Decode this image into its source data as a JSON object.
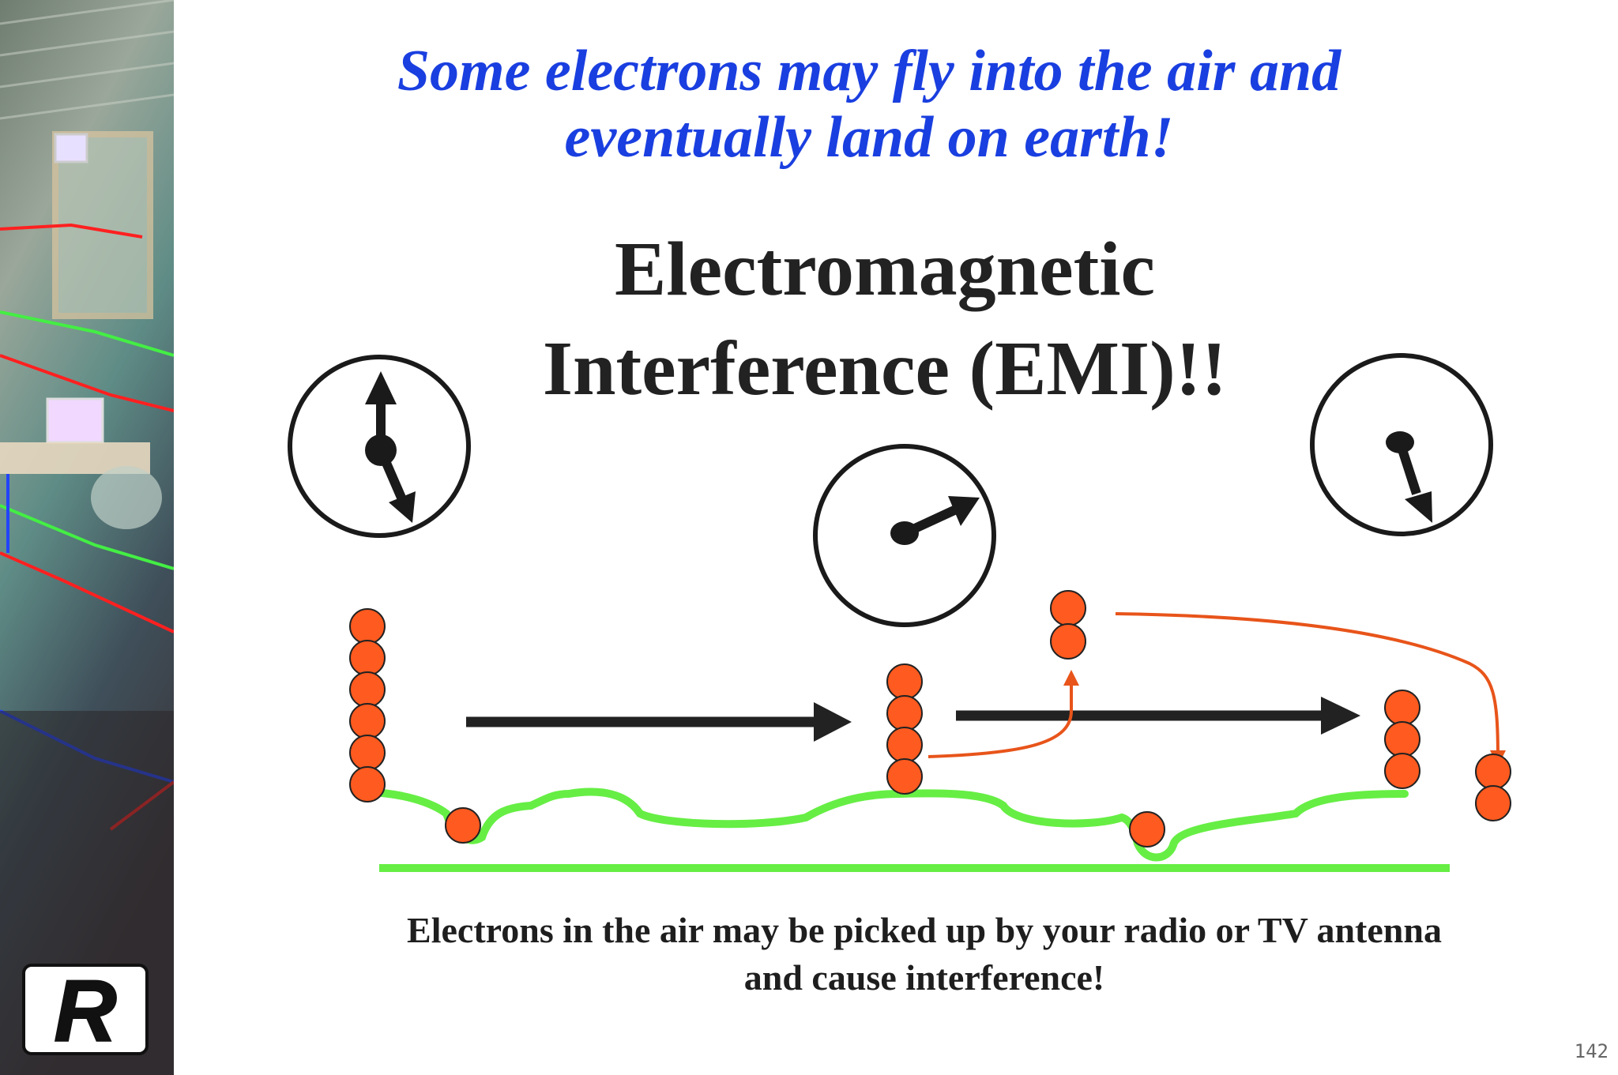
{
  "slide": {
    "subtitle_line1": "Some electrons may fly into the air and",
    "subtitle_line2": "eventually land on earth!",
    "title_line1": "Electromagnetic",
    "title_line2": "Interference (EMI)!!",
    "caption_line1": "Electrons in the air may be picked up by your radio or TV antenna",
    "caption_line2": "and cause interference!",
    "page_number": "142"
  },
  "logo": {
    "letter": "R"
  },
  "colors": {
    "subtitle": "#1a3fe0",
    "title": "#222222",
    "electron": "#ff5a1f",
    "electron_path": "#e8541a",
    "ground": "#66ee44",
    "arrow": "#222222"
  },
  "icons": {
    "meter": "gauge-icon",
    "electron": "electron-icon",
    "flow": "arrow-right-icon"
  }
}
